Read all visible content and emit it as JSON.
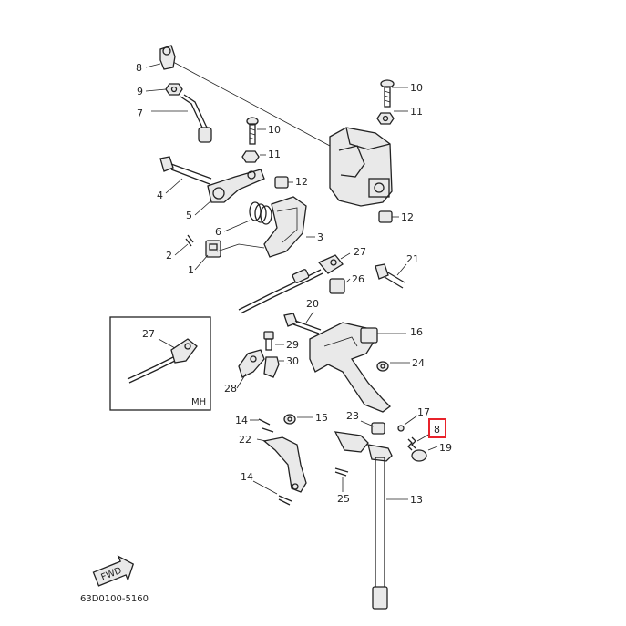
{
  "callouts": {
    "c8a": "8",
    "c9": "9",
    "c7": "7",
    "c10a": "10",
    "c11a": "11",
    "c4": "4",
    "c5": "5",
    "c6": "6",
    "c12a": "12",
    "c3": "3",
    "c2": "2",
    "c1": "1",
    "c10b": "10",
    "c11b": "11",
    "c12b": "12",
    "c27": "27",
    "c21": "21",
    "c26": "26",
    "c20": "20",
    "c16": "16",
    "c29": "29",
    "c30": "30",
    "c24": "24",
    "c28": "28",
    "c14a": "14",
    "c15": "15",
    "c23": "23",
    "c17": "17",
    "c8b": "8",
    "c19": "19",
    "c22": "22",
    "c14b": "14",
    "c25": "25",
    "c13": "13"
  },
  "inset": {
    "part_number": "27",
    "variant_label": "MH"
  },
  "badge": {
    "text": "FWD"
  },
  "diagram_code": "63D0100-5160",
  "highlight": {
    "callout": "8",
    "color": "#e8232b"
  }
}
